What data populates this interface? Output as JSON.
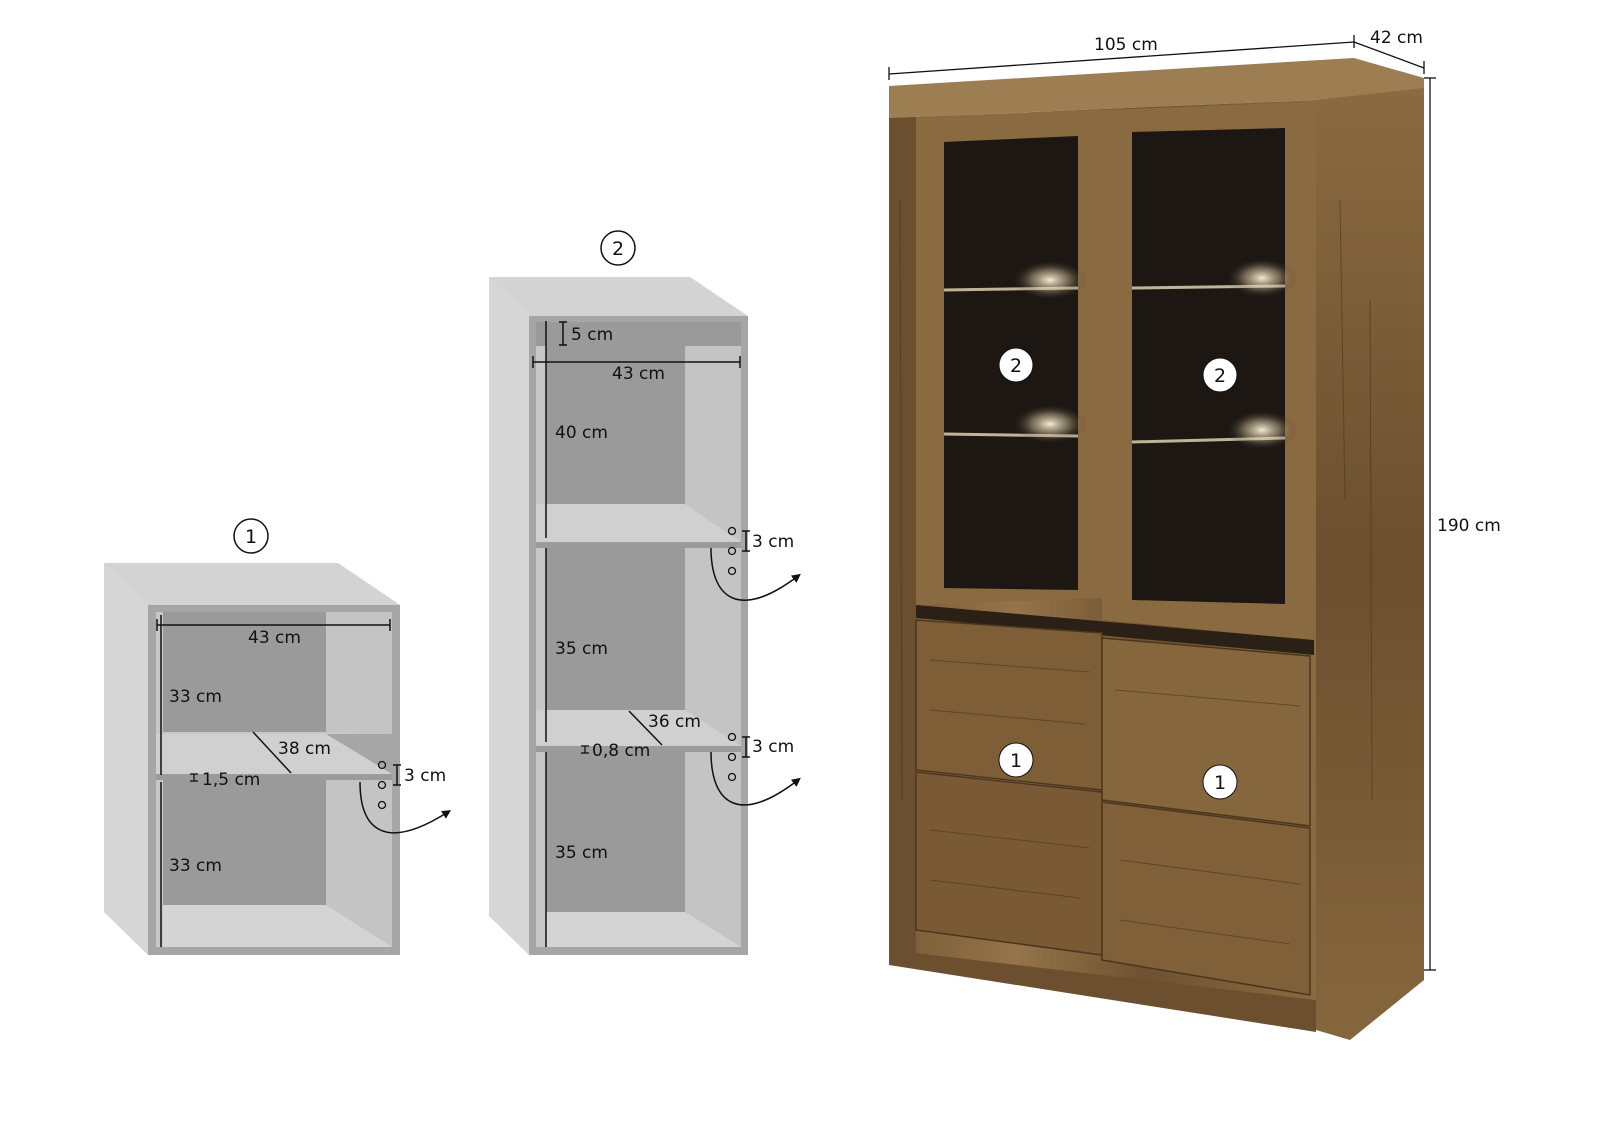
{
  "callouts": {
    "compartment_1": "1",
    "compartment_2": "2"
  },
  "module_1": {
    "width": "43 cm",
    "upper_height": "33 cm",
    "lower_height": "33 cm",
    "shelf_depth": "38 cm",
    "shelf_thickness": "1,5 cm",
    "hole_spacing": "3 cm"
  },
  "module_2": {
    "top_gap": "5 cm",
    "width": "43 cm",
    "top_height": "40 cm",
    "middle_height": "35 cm",
    "bottom_height": "35 cm",
    "shelf_depth": "36 cm",
    "shelf_thickness": "0,8 cm",
    "hole_spacing_upper": "3 cm",
    "hole_spacing_lower": "3 cm"
  },
  "cabinet": {
    "width": "105 cm",
    "depth": "42 cm",
    "height": "190 cm",
    "glass_door_left_marker": "2",
    "glass_door_right_marker": "2",
    "drawer_left_marker": "1",
    "drawer_right_marker": "1"
  },
  "colors": {
    "gray_light": "#d3d3d3",
    "gray_mid": "#b5b5b5",
    "gray_dark": "#8f8f8f",
    "oak_light": "#8a6a40",
    "oak_dark": "#5a4226",
    "glass": "#1c1712"
  }
}
